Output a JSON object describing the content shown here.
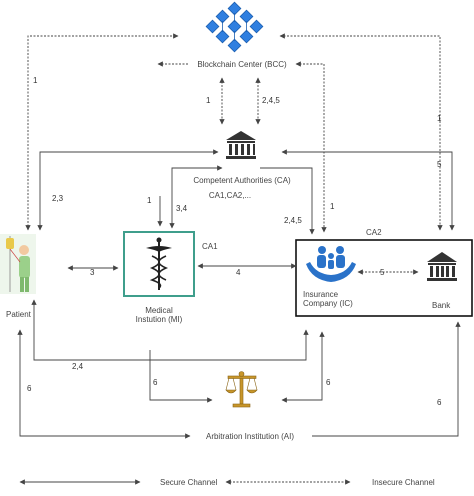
{
  "nodes": {
    "bcc": "Blockchain Center (BCC)",
    "ca": "Competent Authorities (CA)",
    "ca_list": "CA1,CA2,...",
    "patient": "Patient",
    "mi": "Medical\nInstution (MI)",
    "ic": "Insurance\nCompany (IC)",
    "bank": "Bank",
    "ai": "Arbitration Institution (AI)"
  },
  "group_labels": {
    "ca1": "CA1",
    "ca2": "CA2"
  },
  "edge_labels": {
    "patient_bcc": "1",
    "patient_ca": "2,3",
    "patient_mi": "3",
    "mi_ic": "4",
    "ca_mi_1": "1",
    "ca_mi_34": "3,4",
    "bcc_ca_1": "1",
    "bcc_ca_245": "2,4,5",
    "ca_ic_245": "2,4,5",
    "ic_bcc_1": "1",
    "bank_bcc_1": "1",
    "bank_ca_5": "5",
    "ic_bank_5": "5",
    "patient_ic_24": "2,4",
    "patient_ai_6": "6",
    "mi_ai_6": "6",
    "ic_ai_6": "6",
    "bank_ai_6": "6"
  },
  "legend": {
    "secure": "Secure Channel",
    "insecure": "Insecure Channel"
  },
  "icons": {
    "bcc": "blockchain-cubes-icon",
    "ca": "government-building-icon",
    "patient": "patient-with-iv-icon",
    "mi": "caduceus-icon",
    "ic": "family-hands-icon",
    "bank": "bank-building-icon",
    "ai": "scales-of-justice-icon"
  },
  "colors": {
    "line": "#444444",
    "blockchain_blue": "#2f7fe0",
    "caduceus_box": "#3f9e8c",
    "ic_blue": "#2a72c9",
    "scales_gold": "#c8962a"
  }
}
